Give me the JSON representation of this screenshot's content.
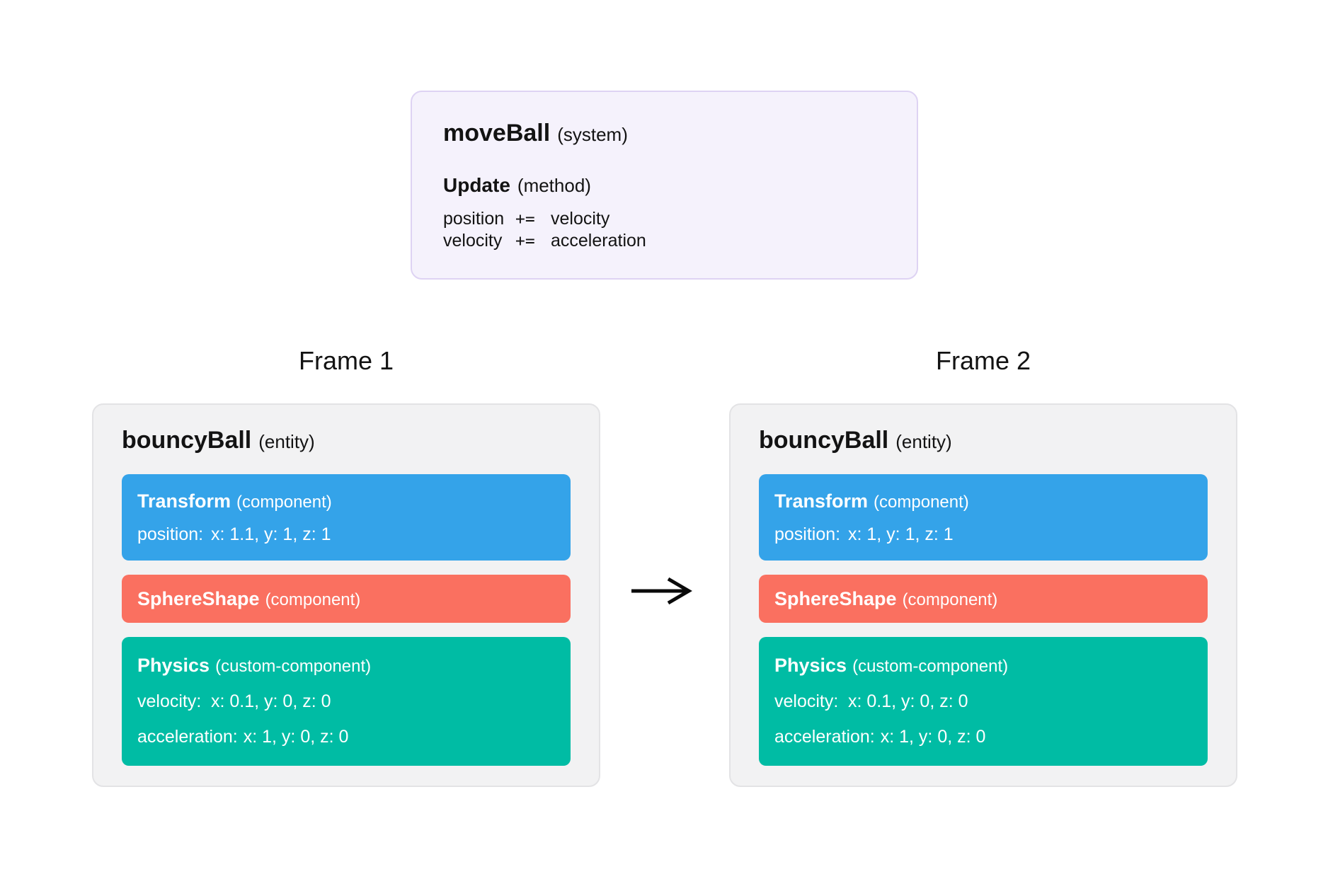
{
  "colors": {
    "page_bg": "#ffffff",
    "system_box_bg": "#f5f2fc",
    "system_box_border": "#ded3f3",
    "entity_box_bg": "#f2f2f3",
    "entity_box_border": "#e3e3e5",
    "transform": "#34a3e9",
    "sphere_shape": "#fa7060",
    "physics": "#00bca4",
    "arrow": "#0a0a0a",
    "text_dark": "#131313",
    "text_light": "#ffffff"
  },
  "system_box": {
    "title": "moveBall",
    "title_tag": "(system)",
    "method_title": "Update",
    "method_tag": "(method)",
    "code_lines": [
      {
        "lhs": "position",
        "op": "+=",
        "rhs": "velocity"
      },
      {
        "lhs": "velocity",
        "op": "+=",
        "rhs": "acceleration"
      }
    ]
  },
  "frames": [
    {
      "label": "Frame 1",
      "entity_title": "bouncyBall",
      "entity_tag": "(entity)",
      "components": [
        {
          "name": "Transform",
          "tag": "(component)",
          "rows": [
            {
              "key": "position:",
              "value": "x: 1.1, y: 1, z: 1"
            }
          ]
        },
        {
          "name": "SphereShape",
          "tag": "(component)",
          "rows": []
        },
        {
          "name": "Physics",
          "tag": "(custom-component)",
          "rows": [
            {
              "key": "velocity:",
              "value": "x: 0.1, y: 0, z: 0"
            },
            {
              "key": "acceleration:",
              "value": "x: 1, y: 0, z: 0"
            }
          ]
        }
      ]
    },
    {
      "label": "Frame 2",
      "entity_title": "bouncyBall",
      "entity_tag": "(entity)",
      "components": [
        {
          "name": "Transform",
          "tag": "(component)",
          "rows": [
            {
              "key": "position:",
              "value": "x: 1, y: 1, z: 1"
            }
          ]
        },
        {
          "name": "SphereShape",
          "tag": "(component)",
          "rows": []
        },
        {
          "name": "Physics",
          "tag": "(custom-component)",
          "rows": [
            {
              "key": "velocity:",
              "value": "x: 0.1, y: 0, z: 0"
            },
            {
              "key": "acceleration:",
              "value": "x: 1, y: 0, z: 0"
            }
          ]
        }
      ]
    }
  ]
}
